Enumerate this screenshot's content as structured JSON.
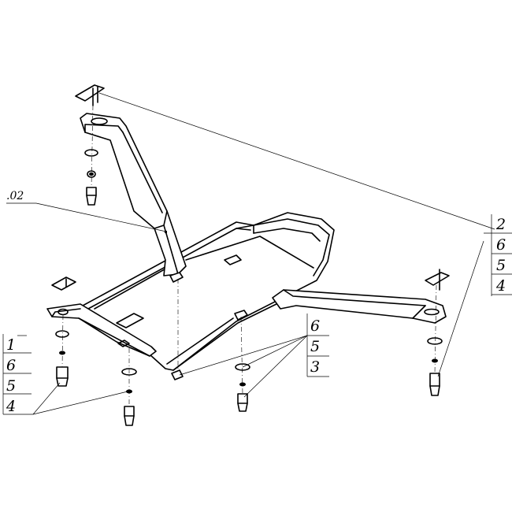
{
  "callouts": {
    "ref_02": ".02",
    "left_stack": [
      "1",
      "6",
      "5",
      "4"
    ],
    "center_stack": [
      "6",
      "5",
      "3"
    ],
    "right_stack": [
      "2",
      "6",
      "5",
      "4"
    ]
  },
  "colors": {
    "line": "#000000",
    "background": "#ffffff"
  }
}
